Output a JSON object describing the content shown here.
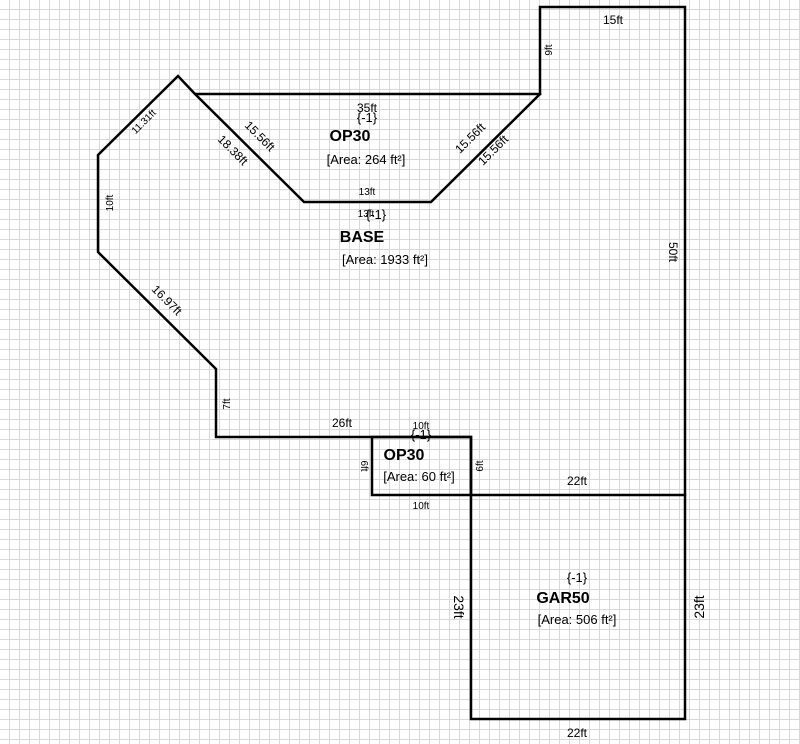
{
  "areas": {
    "base": {
      "code": "BASE",
      "modifier": "{-1}",
      "area": "[Area: 1933 ft²]"
    },
    "op30_top": {
      "code": "OP30",
      "modifier": "{-1}",
      "area": "[Area: 264 ft²]"
    },
    "op30_small": {
      "code": "OP30",
      "modifier": "{-1}",
      "area": "[Area: 60 ft²]"
    },
    "gar50": {
      "code": "GAR50",
      "modifier": "{-1}",
      "area": "[Area: 506 ft²]"
    }
  },
  "dimensions": {
    "base_top_right": "15ft",
    "base_right_notch": "9ft",
    "base_right": "50ft",
    "base_diag_upper_left": "11.31ft",
    "base_left": "10ft",
    "base_diag_lower_left": "16.97ft",
    "base_left_lower": "7ft",
    "base_bottom": "26ft",
    "base_bottom_right": "22ft",
    "base_inner_diag": "18.38ft",
    "op_top": "35ft",
    "op_left_diag": "15.56ft",
    "op_right_diag_outer": "15.56ft",
    "op_right_diag_inner": "15.56ft",
    "op_bottom": "13ft",
    "op_bottom_inner": "13ft",
    "small_top": "10ft",
    "small_left": "6ft",
    "small_right": "6ft",
    "small_bottom": "10ft",
    "gar_left": "23ft",
    "gar_right": "23ft",
    "gar_bottom": "22ft"
  }
}
